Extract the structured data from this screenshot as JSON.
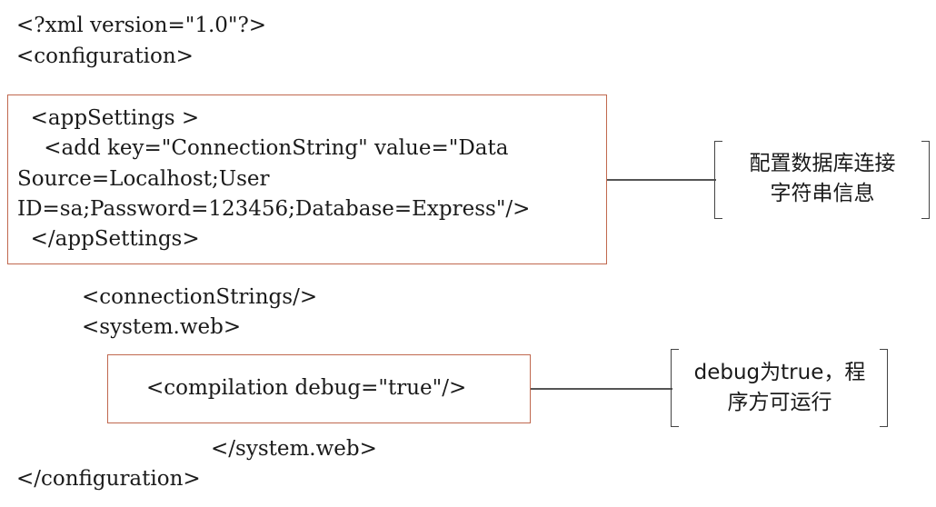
{
  "code": {
    "xml_decl": "<?xml version=\"1.0\"?>",
    "config_open": "<configuration>",
    "app_settings_open": "  <appSettings >",
    "add_line_1": "    <add key=\"ConnectionString\" value=\"Data",
    "add_line_2": "Source=Localhost;User",
    "add_line_3": "ID=sa;Password=123456;Database=Express\"/>",
    "app_settings_close": "  </appSettings>",
    "connection_strings": "<connectionStrings/>",
    "system_web_open": "<system.web>",
    "compilation": "<compilation debug=\"true\"/>",
    "system_web_close": "</system.web>",
    "config_close": "</configuration>"
  },
  "annotations": {
    "db_connection_line1": "配置数据库连接",
    "db_connection_line2": "字符串信息",
    "debug_line1": "debug为true，程",
    "debug_line2": "序方可运行"
  },
  "colors": {
    "box_border": "#c0684e",
    "connector": "#555555",
    "text": "#1a1a1a"
  }
}
